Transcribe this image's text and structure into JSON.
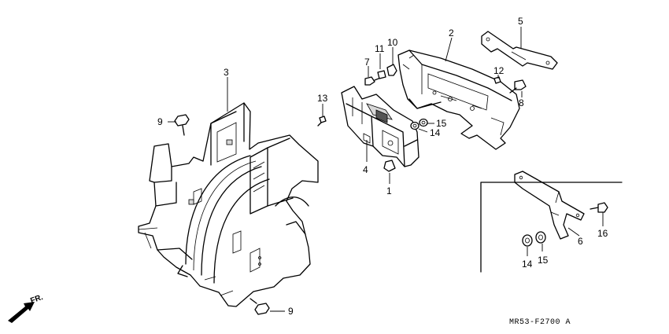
{
  "diagram_code": "MR53-F2700 A",
  "direction_label": "FR.",
  "callouts": [
    {
      "id": "c1",
      "label": "1"
    },
    {
      "id": "c2",
      "label": "2"
    },
    {
      "id": "c3",
      "label": "3"
    },
    {
      "id": "c4",
      "label": "4"
    },
    {
      "id": "c5",
      "label": "5"
    },
    {
      "id": "c6",
      "label": "6"
    },
    {
      "id": "c7",
      "label": "7"
    },
    {
      "id": "c8",
      "label": "8"
    },
    {
      "id": "c9a",
      "label": "9"
    },
    {
      "id": "c9b",
      "label": "9"
    },
    {
      "id": "c10",
      "label": "10"
    },
    {
      "id": "c11",
      "label": "11"
    },
    {
      "id": "c12",
      "label": "12"
    },
    {
      "id": "c13",
      "label": "13"
    },
    {
      "id": "c14a",
      "label": "14"
    },
    {
      "id": "c15a",
      "label": "15"
    },
    {
      "id": "c14b",
      "label": "14"
    },
    {
      "id": "c15b",
      "label": "15"
    },
    {
      "id": "c16",
      "label": "16"
    }
  ]
}
